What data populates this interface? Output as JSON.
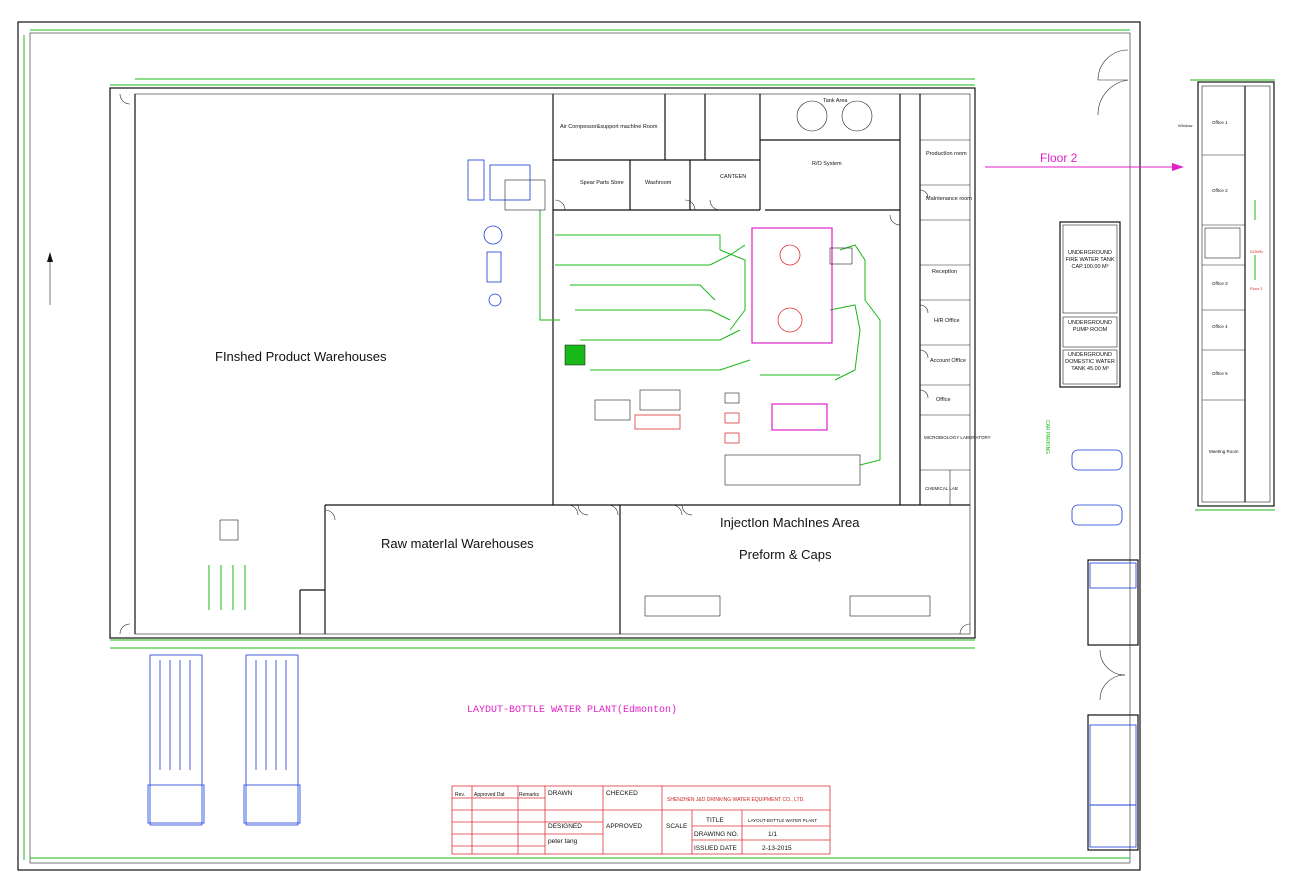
{
  "plan": {
    "finished_warehouse": "FInshed Product Warehouses",
    "raw_warehouse": "Raw materIal Warehouses",
    "injection_area": "InjectIon MachInes Area",
    "preform_caps": "Preform & Caps",
    "layout_title": "LAYDUT-BOTTLE WATER PLANT(Edmonton)",
    "floor2": "Floor 2",
    "air_room": "Air Cornpessor&support machIne Room",
    "spare_parts": "Spear Parts Store",
    "washroom": "Washroom",
    "canteen": "CANTEEN",
    "tank_area": "Tank Area",
    "ro_system": "R/O System",
    "production_room": "ProductIon room",
    "maintenance_room": "MaIntenance room",
    "reception": "ReceptIon",
    "hr_office": "H/R OffIce",
    "account_office": "Account OffIce",
    "office": "OffIce",
    "micro_lab": "MICROBIOLOGY LABORATORY",
    "chemical_lab": "CHEMICAL LAB",
    "fire_tank": "UNDERGROUND FIRE WATER TANK CAP.100.00 M³",
    "pump_room": "UNDERGROUND PUMP ROOM",
    "domestic_tank": "UNDERGROUND DOMESTIC WATER TANK 45.00 M³",
    "car_parking": "CAR PARKING",
    "floor2_rooms": [
      "OffIce 1",
      "OffIce 2",
      "OffIce 3",
      "OffIce 4",
      "OffIce 5",
      "MeetIng Room"
    ],
    "window": "WIndow",
    "down": "DOWN",
    "floor2_small": "Floor 2"
  },
  "titleblock": {
    "rev": "Rev.",
    "approved_dat": "Approved Dat",
    "remarks": "Remarks",
    "drawn": "DRAWN",
    "checked": "CHECKED",
    "company": "SHENZHEN J&D DRINKING WATER EQUIPMENT CO., LTD.",
    "designed": "DESIGNED",
    "approved": "APPROVED",
    "designer": "peter tang",
    "scale": "SCALE",
    "title_label": "TITLE",
    "title_value": "LAYOUT-BOTTLE WATER PLANT",
    "drawing_no_label": "DRAWING NO.",
    "drawing_no": "1/1",
    "issued_label": "ISSUED DATE",
    "issued": "2-13-2015"
  },
  "colors": {
    "wall": "#111111",
    "dimension": "#18b818",
    "equipment": "#1a3ad8",
    "highlight": "#e020c8",
    "titleblock": "#dd3333"
  }
}
